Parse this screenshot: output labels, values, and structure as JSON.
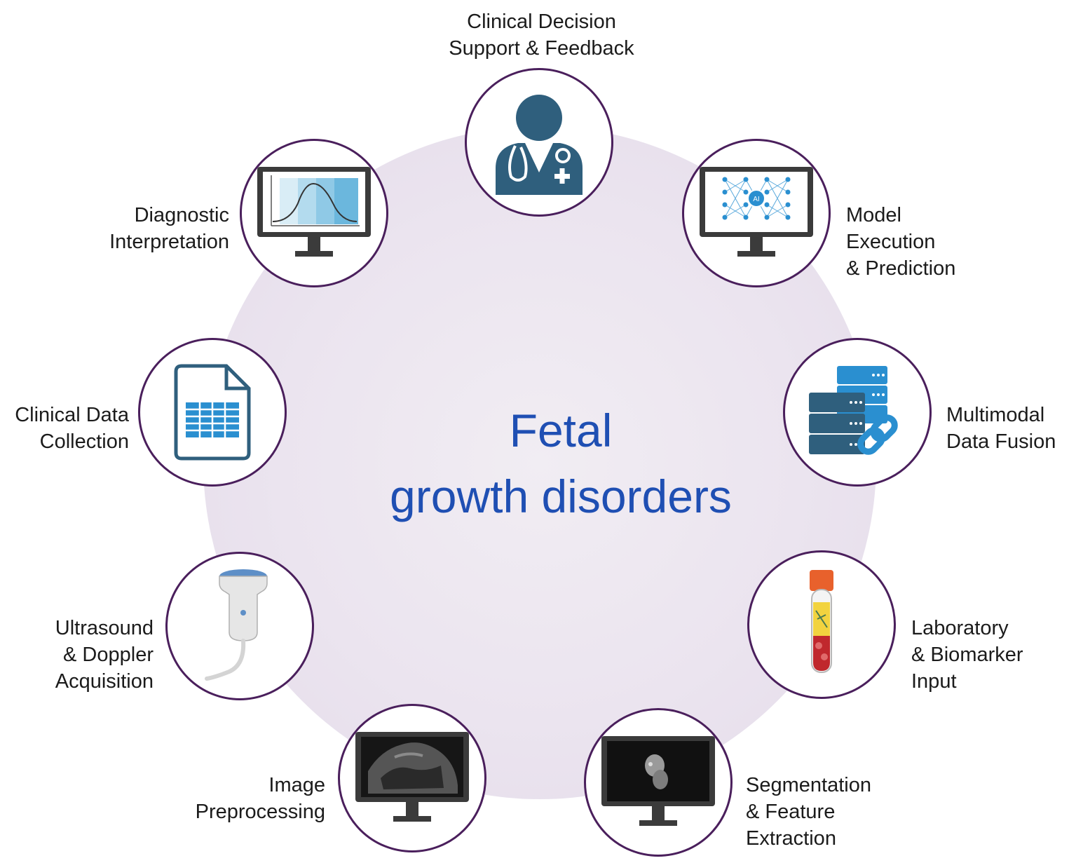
{
  "title": {
    "line1": "Fetal",
    "line2": "growth disorders"
  },
  "steps": [
    {
      "id": "clinical-decision",
      "label": "Clinical Decision\nSupport & Feedback",
      "icon": "doctor-icon"
    },
    {
      "id": "model-execution",
      "label": "Model\nExecution\n& Prediction",
      "icon": "ai-network-monitor-icon"
    },
    {
      "id": "multimodal-fusion",
      "label": "Multimodal\nData Fusion",
      "icon": "database-link-icon"
    },
    {
      "id": "laboratory",
      "label": "Laboratory\n& Biomarker\nInput",
      "icon": "blood-tube-icon"
    },
    {
      "id": "segmentation",
      "label": "Segmentation\n& Feature\nExtraction",
      "icon": "fetus-monitor-icon"
    },
    {
      "id": "image-preprocessing",
      "label": "Image\nPreprocessing",
      "icon": "ultrasound-image-monitor-icon"
    },
    {
      "id": "ultrasound",
      "label": "Ultrasound\n& Doppler\nAcquisition",
      "icon": "ultrasound-probe-icon"
    },
    {
      "id": "clinical-data",
      "label": "Clinical Data\nCollection",
      "icon": "spreadsheet-document-icon"
    },
    {
      "id": "diagnostic",
      "label": "Diagnostic\nInterpretation",
      "icon": "curve-chart-monitor-icon"
    }
  ],
  "colors": {
    "ring": "#4a1f5c",
    "title": "#1f4fb3",
    "background_circle": "#ebe4ef",
    "icon_dark": "#2f5f7d",
    "icon_blue": "#2a8fd0"
  }
}
